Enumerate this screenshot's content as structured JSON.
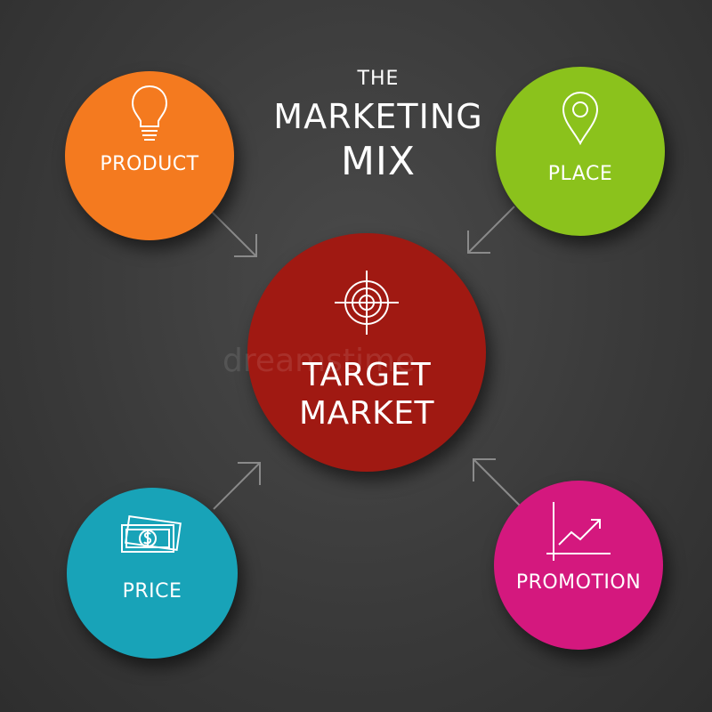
{
  "title": {
    "line1": "THE",
    "line2": "MARKETING",
    "line3": "MIX"
  },
  "center": {
    "label_line1": "TARGET",
    "label_line2": "MARKET",
    "icon": "target-crosshair-icon",
    "color": "#a01912"
  },
  "nodes": {
    "product": {
      "label": "PRODUCT",
      "icon": "lightbulb-icon",
      "color": "#f47a1f"
    },
    "place": {
      "label": "PLACE",
      "icon": "location-pin-icon",
      "color": "#8bc21c"
    },
    "price": {
      "label": "PRICE",
      "icon": "dollar-bills-icon",
      "color": "#18a3b8"
    },
    "promotion": {
      "label": "PROMOTION",
      "icon": "growth-chart-icon",
      "color": "#d4187e"
    }
  },
  "watermark": "dreamstime"
}
